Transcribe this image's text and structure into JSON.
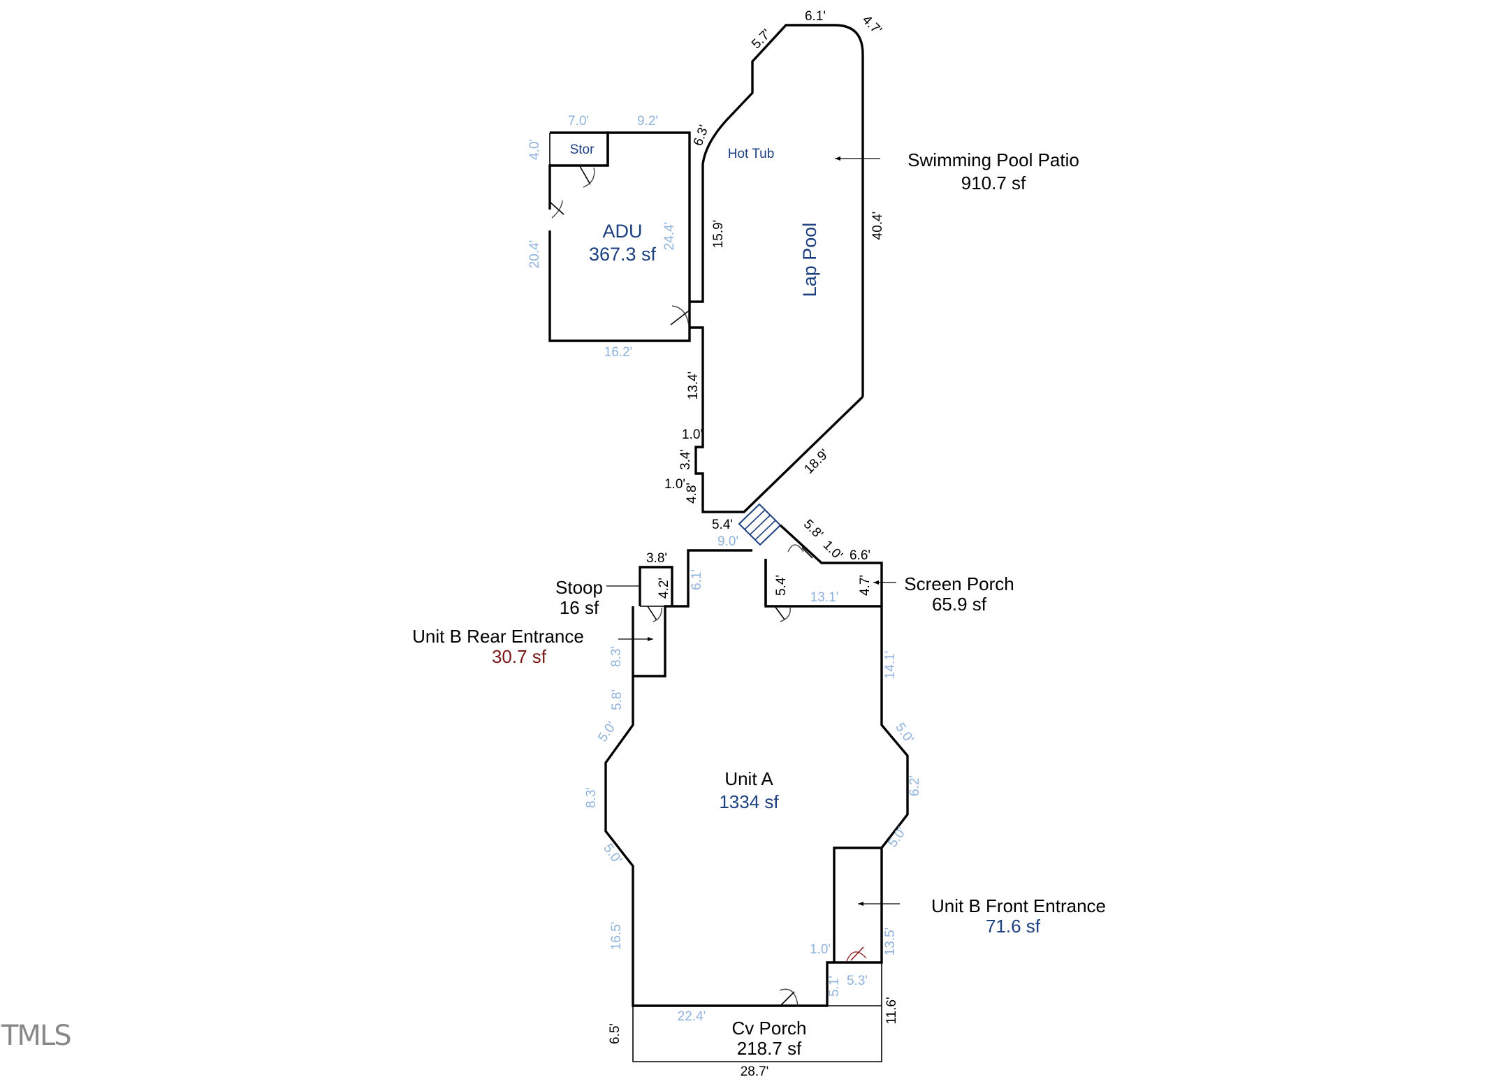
{
  "labels": {
    "adu": "ADU",
    "adu_area": "367.3 sf",
    "stor": "Stor",
    "hot_tub": "Hot Tub",
    "lap_pool": "Lap Pool",
    "pool_patio": "Swimming Pool Patio",
    "pool_patio_area": "910.7 sf",
    "screen_porch": "Screen Porch",
    "screen_porch_area": "65.9 sf",
    "stoop": "Stoop",
    "stoop_area": "16 sf",
    "rear_entrance": "Unit B Rear Entrance",
    "rear_entrance_area": "30.7 sf",
    "unit_a": "Unit A",
    "unit_a_area": "1334 sf",
    "front_entrance": "Unit B Front Entrance",
    "front_entrance_area": "71.6 sf",
    "cv_porch": "Cv Porch",
    "cv_porch_area": "218.7 sf"
  },
  "dimensions": {
    "pool_top_a": "5.7'",
    "pool_top_b": "6.1'",
    "pool_top_c": "4.7'",
    "pool_left_diag": "6.3'",
    "pool_left": "15.9'",
    "pool_right": "40.4'",
    "pool_diag": "18.9'",
    "patio_left": "13.4'",
    "patio_step_a": "1.0'",
    "patio_step_b": "3.4'",
    "patio_step_c": "1.0'",
    "patio_step_d": "4.8'",
    "patio_bottom": "5.4'",
    "adu_top_a": "7.0'",
    "adu_top_b": "9.2'",
    "adu_left_top": "4.0'",
    "adu_left": "20.4'",
    "adu_right": "24.4'",
    "adu_bottom": "16.2'",
    "unit_top": "9.0'",
    "stair_diag": "5.8'",
    "porch_step": "1.0'",
    "porch_top": "6.6'",
    "porch_left": "5.4'",
    "porch_right": "4.7'",
    "porch_bottom": "13.1'",
    "stoop_top": "3.8'",
    "stoop_side": "4.2'",
    "rear_side": "6.1'",
    "rear_left": "8.3'",
    "left_a": "5.8'",
    "left_b": "5.0'",
    "left_c": "8.3'",
    "left_d": "5.0'",
    "left_e": "16.5'",
    "right_a": "14.1'",
    "right_b": "5.0'",
    "right_c": "6.2'",
    "right_d": "5.0'",
    "front_right": "13.5'",
    "front_step": "1.0'",
    "front_bottom": "5.3'",
    "front_small": "5.1'",
    "porch_top_cv": "22.4'",
    "cv_left": "6.5'",
    "cv_right": "11.6'",
    "cv_bottom": "28.7'"
  },
  "logo": "TMLS"
}
